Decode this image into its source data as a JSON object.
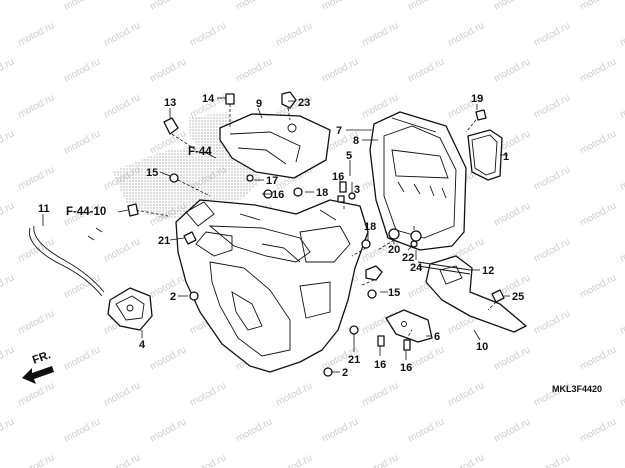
{
  "watermark": {
    "text": "motod.ru"
  },
  "diagram_code": "MKL3F4420",
  "front_marker": {
    "text": "FR."
  },
  "ref_labels": {
    "f44": "F-44",
    "f4410": "F-44-10"
  },
  "callouts": [
    {
      "id": "c1",
      "text": "1"
    },
    {
      "id": "c2a",
      "text": "2"
    },
    {
      "id": "c2b",
      "text": "2"
    },
    {
      "id": "c3",
      "text": "3"
    },
    {
      "id": "c4",
      "text": "4"
    },
    {
      "id": "c5",
      "text": "5"
    },
    {
      "id": "c6",
      "text": "6"
    },
    {
      "id": "c7",
      "text": "7"
    },
    {
      "id": "c8",
      "text": "8"
    },
    {
      "id": "c9",
      "text": "9"
    },
    {
      "id": "c10",
      "text": "10"
    },
    {
      "id": "c11",
      "text": "11"
    },
    {
      "id": "c12",
      "text": "12"
    },
    {
      "id": "c13",
      "text": "13"
    },
    {
      "id": "c14",
      "text": "14"
    },
    {
      "id": "c15a",
      "text": "15"
    },
    {
      "id": "c15b",
      "text": "15"
    },
    {
      "id": "c16a",
      "text": "16"
    },
    {
      "id": "c16b",
      "text": "16"
    },
    {
      "id": "c16c",
      "text": "16"
    },
    {
      "id": "c16d",
      "text": "16"
    },
    {
      "id": "c17",
      "text": "17"
    },
    {
      "id": "c18a",
      "text": "18"
    },
    {
      "id": "c18b",
      "text": "18"
    },
    {
      "id": "c19",
      "text": "19"
    },
    {
      "id": "c20",
      "text": "20"
    },
    {
      "id": "c21a",
      "text": "21"
    },
    {
      "id": "c21b",
      "text": "21"
    },
    {
      "id": "c22",
      "text": "22"
    },
    {
      "id": "c23",
      "text": "23"
    },
    {
      "id": "c24",
      "text": "24"
    },
    {
      "id": "c25",
      "text": "25"
    }
  ]
}
